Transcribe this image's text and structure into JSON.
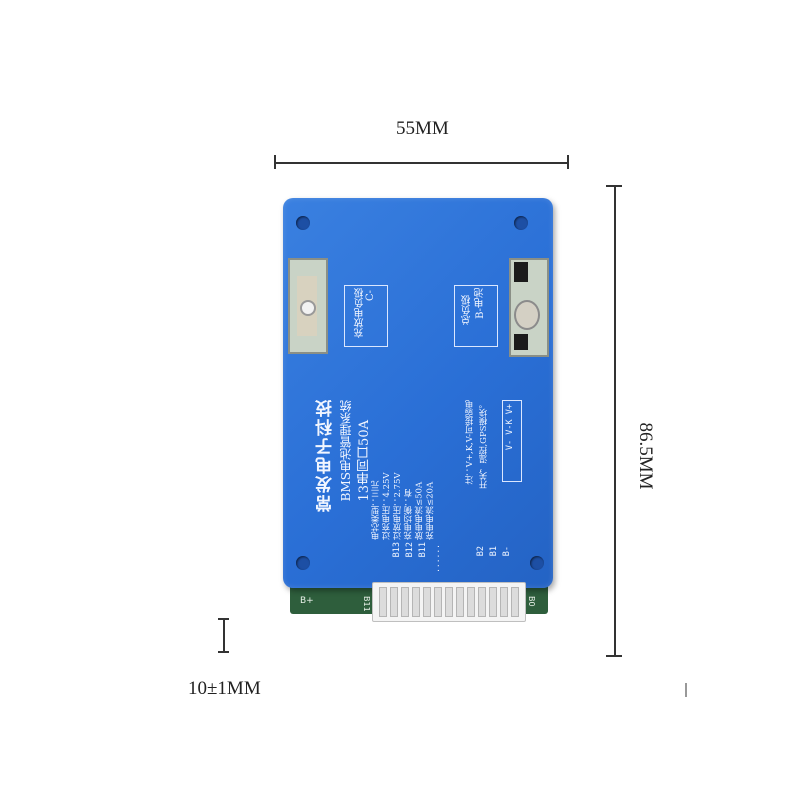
{
  "dimensions": {
    "width_label": "55MM",
    "height_label": "86.5MM",
    "thickness_label": "10±1MM"
  },
  "board": {
    "brand_title": "常发电子科技",
    "system_name": "BMS电池管理系统",
    "config": "13串同口50A",
    "specs": [
      "电芯类型：三元",
      "过充电压：4.25V",
      "过放电压：2.75V",
      "充电均衡：有",
      "放电电流≤50A",
      "充电电流≤20A"
    ],
    "note_line1": "注：V+,K,V-可接弱电",
    "note_line2": "开关，温控,GPS模块。",
    "switch_label": "V- V-K V+",
    "c_minus_title": "C-",
    "c_minus_desc": "充放电负极",
    "b_minus_title": "B-电池",
    "b_minus_desc": "总负极",
    "left_pins": [
      "B13",
      "B12",
      "B11"
    ],
    "left_pins_dots": "......",
    "right_pins": [
      "B2",
      "B1",
      "B-"
    ],
    "pcb_bplus": "B+",
    "pcb_b11": "B11",
    "pcb_b0": "B0"
  }
}
